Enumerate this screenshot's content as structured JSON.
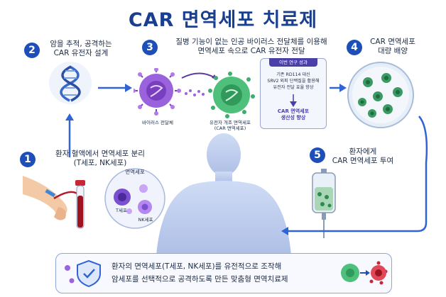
{
  "title": "CAR 면역세포 치료제",
  "steps": [
    {
      "num": "1",
      "lines": [
        "환자 혈액에서 면역세포 분리",
        "(T세포, NK세포)"
      ]
    },
    {
      "num": "2",
      "lines": [
        "암을 추적, 공격하는",
        "CAR 유전자 설계"
      ]
    },
    {
      "num": "3",
      "lines": [
        "질병 기능이 없는 인공 바이러스 전달체를 이용해",
        "면역세포 속으로 CAR 유전자 전달"
      ]
    },
    {
      "num": "4",
      "lines": [
        "CAR 면역세포",
        "대량 배양"
      ]
    },
    {
      "num": "5",
      "lines": [
        "환자에게",
        "CAR 면역세포 투여"
      ]
    }
  ],
  "labels": {
    "virus": "바이러스 전달체",
    "modified_1": "유전자 개조 면역세포",
    "modified_2": "(CAR 면역세포)",
    "immune_cells": "면역세포",
    "t_cell": "T세포",
    "nk_cell": "NK세포"
  },
  "panel": {
    "header": "이번 연구 성과",
    "lines": [
      "기존 RD114 대신",
      "SRV2 외피 단백질을 활용해",
      "유전자 전달 효율 향상"
    ],
    "result": [
      "CAR 면역세포",
      "생산성 향상"
    ]
  },
  "summary": [
    "환자의 면역세포(T세포, NK세포)를 유전적으로 조작해",
    "암세포를 선택적으로 공격하도록 만든 맞춤형 면역치료제"
  ],
  "colors": {
    "accent": "#1e4fb8",
    "title": "#1a3f8f",
    "purple": "#7a3fc0",
    "green": "#2f9a5a",
    "blood": "#9c1420"
  }
}
